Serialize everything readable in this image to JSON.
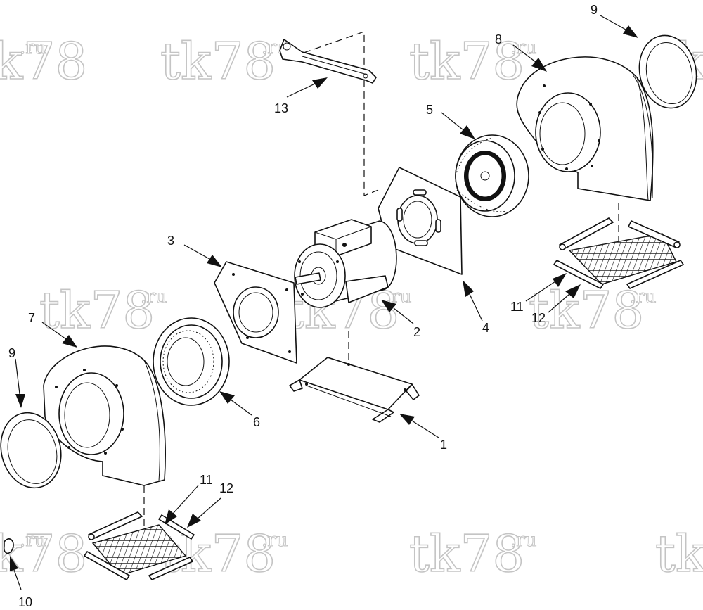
{
  "watermark": {
    "text": "tk78",
    "suffix": ".ru"
  },
  "callouts": {
    "c1": "1",
    "c2": "2",
    "c3": "3",
    "c4": "4",
    "c5": "5",
    "c6": "6",
    "c7": "7",
    "c8": "8",
    "c9_top": "9",
    "c9_left": "9",
    "c10": "10",
    "c11_right": "11",
    "c12_right": "12",
    "c11_bottom": "11",
    "c12_bottom": "12",
    "c13": "13"
  },
  "parts": {
    "p1": "base-mounting-plate",
    "p2": "electric-motor",
    "p3": "left-motor-plate",
    "p4": "right-motor-plate",
    "p5": "right-blower-wheel",
    "p6": "left-blower-wheel",
    "p7": "left-blower-housing",
    "p8": "right-blower-housing",
    "p9": "inlet-ring",
    "p10": "clip",
    "p11": "discharge-screen",
    "p12": "screen-retaining-strip",
    "p13": "support-bracket"
  }
}
